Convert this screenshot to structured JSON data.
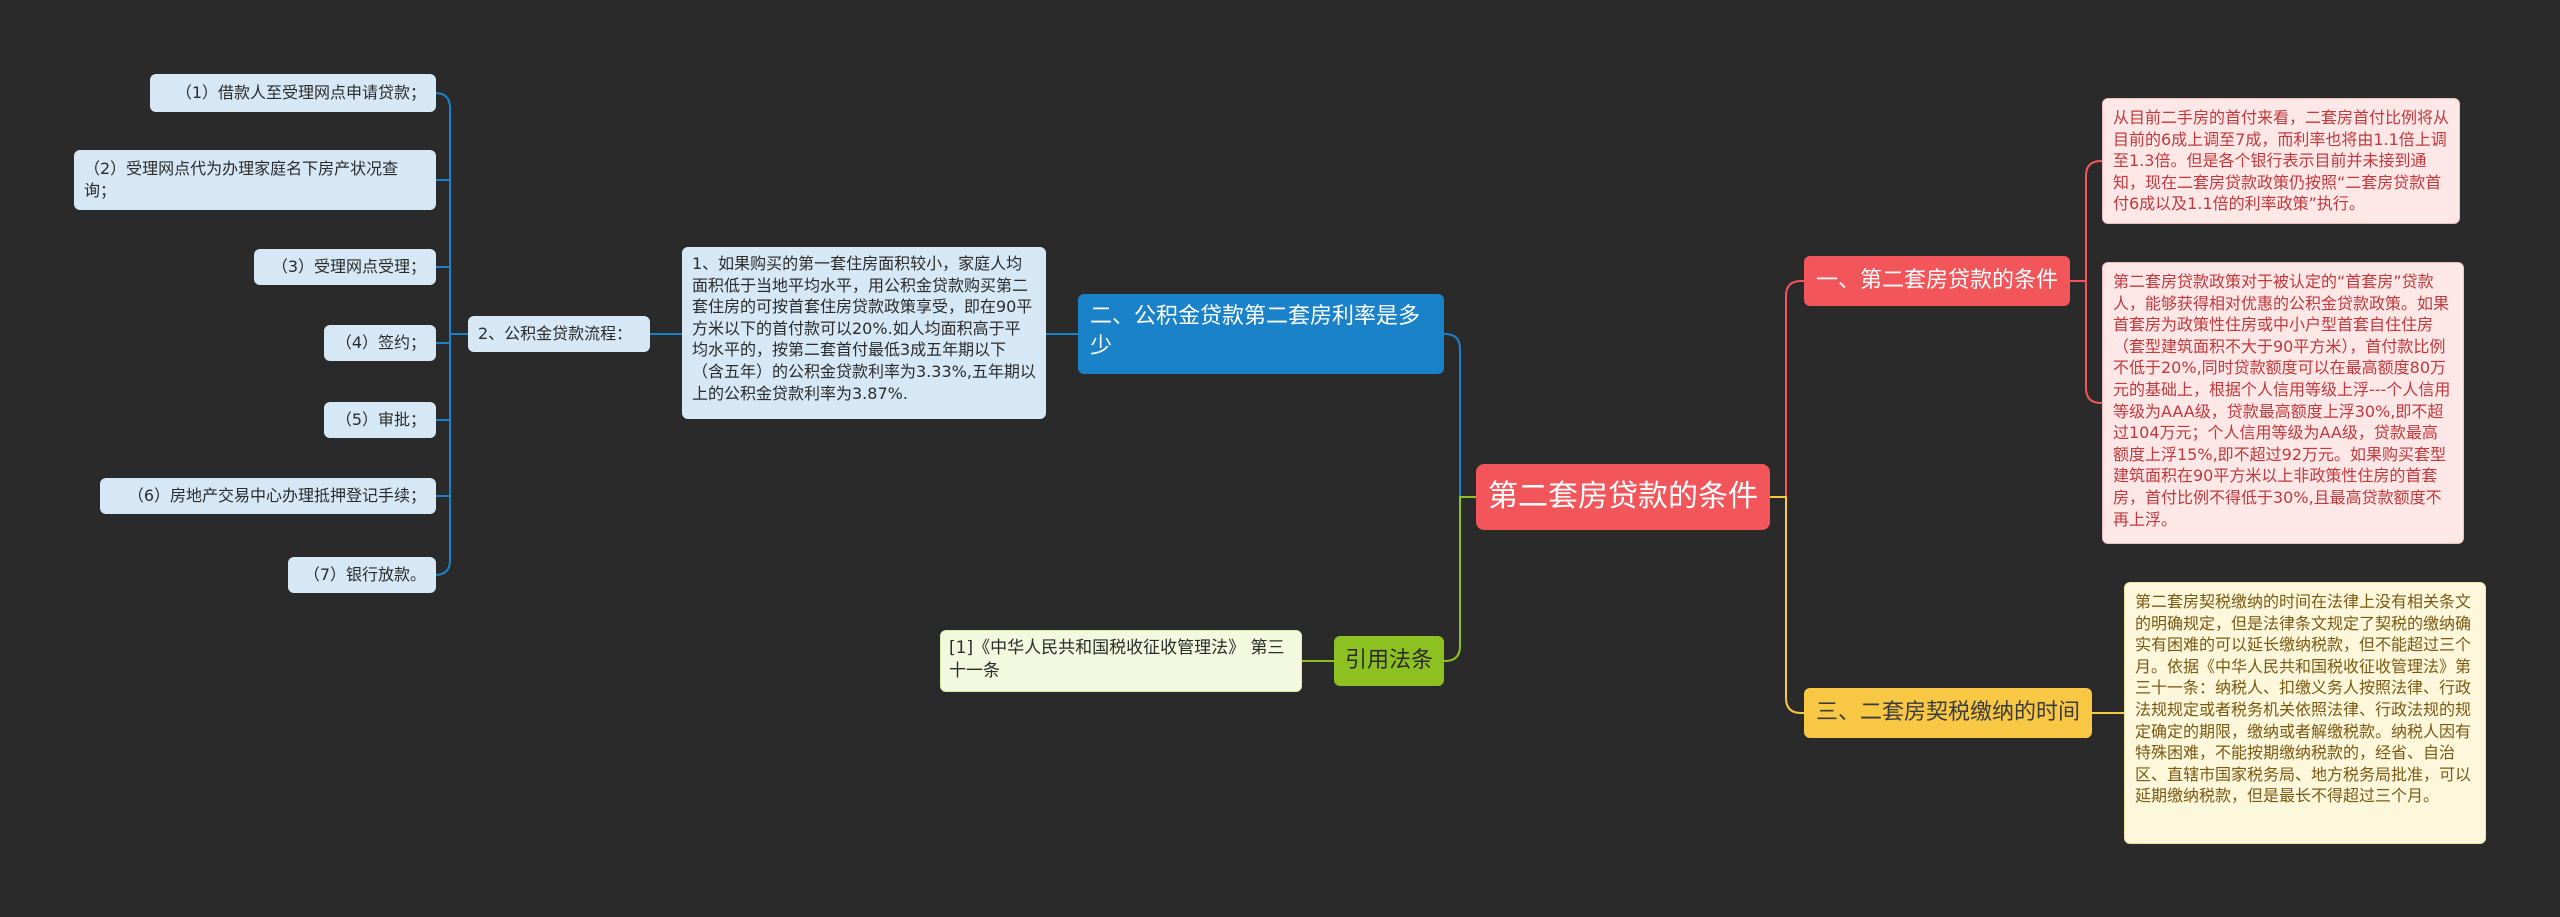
{
  "root": {
    "label": "第二套房贷款的条件"
  },
  "branch1": {
    "label": "一、第二套房贷款的条件",
    "leaves": [
      "从目前二手房的首付来看，二套房首付比例将从目前的6成上调至7成，而利率也将由1.1倍上调至1.3倍。但是各个银行表示目前并未接到通知，现在二套房贷款政策仍按照“二套房贷款首付6成以及1.1倍的利率政策”执行。",
      "第二套房贷款政策对于被认定的“首套房”贷款人，能够获得相对优惠的公积金贷款政策。如果首套房为政策性住房或中小户型首套自住住房（套型建筑面积不大于90平方米），首付款比例不低于20%,同时贷款额度可以在最高额度80万元的基础上，根据个人信用等级上浮---个人信用等级为AAA级，贷款最高额度上浮30%,即不超过104万元；个人信用等级为AA级，贷款最高额度上浮15%,即不超过92万元。如果购买套型建筑面积在90平方米以上非政策性住房的首套房，首付比例不得低于30%,且最高贷款额度不再上浮。"
    ]
  },
  "branch3": {
    "label": "三、二套房契税缴纳的时间",
    "leaf": "第二套房契税缴纳的时间在法律上没有相关条文的明确规定，但是法律条文规定了契税的缴纳确实有困难的可以延长缴纳税款，但不能超过三个月。依据《中华人民共和国税收征收管理法》第三十一条：纳税人、扣缴义务人按照法律、行政法规规定或者税务机关依照法律、行政法规的规定确定的期限，缴纳或者解缴税款。纳税人因有特殊困难，不能按期缴纳税款的，经省、自治区、直辖市国家税务局、地方税务局批准，可以延期缴纳税款，但是最长不得超过三个月。"
  },
  "branch2": {
    "label": "二、公积金贷款第二套房利率是多少",
    "detail": "1、如果购买的第一套住房面积较小，家庭人均面积低于当地平均水平，用公积金贷款购买第二套住房的可按首套住房贷款政策享受，即在90平方米以下的首付款可以20%.如人均面积高于平均水平的，按第二套首付最低3成五年期以下（含五年）的公积金贷款利率为3.33%,五年期以上的公积金贷款利率为3.87%.",
    "process": "2、公积金贷款流程：",
    "steps": [
      "（1）借款人至受理网点申请贷款；",
      "（2）受理网点代为办理家庭名下房产状况查询；",
      "（3）受理网点受理；",
      "（4）签约；",
      "（5）审批；",
      "（6）房地产交易中心办理抵押登记手续；",
      "（7）银行放款。"
    ]
  },
  "branch4": {
    "label": "引用法条",
    "leaf": "[1]《中华人民共和国税收征收管理法》 第三十一条"
  },
  "colors": {
    "background": "#2a2a2a",
    "root": "#f2555a",
    "branch1": "#f2555a",
    "branch2": "#1a82c8",
    "branch3": "#f8c743",
    "branch4": "#8dc021"
  }
}
